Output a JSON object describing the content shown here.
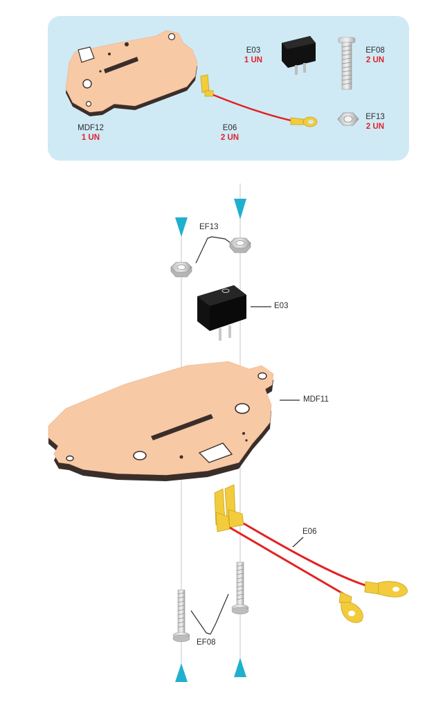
{
  "parts_list": {
    "items": [
      {
        "code": "MDF12",
        "qty": "1 UN"
      },
      {
        "code": "E03",
        "qty": "1 UN"
      },
      {
        "code": "EF08",
        "qty": "2 UN"
      },
      {
        "code": "E06",
        "qty": "2 UN"
      },
      {
        "code": "EF13",
        "qty": "2 UN"
      }
    ]
  },
  "assembly": {
    "callouts": {
      "nut": "EF13",
      "switch": "E03",
      "plate": "MDF11",
      "wire": "E06",
      "screw": "EF08"
    }
  },
  "colors": {
    "panel_bg": "#cfeaf5",
    "wood": "#f7c9a4",
    "wood_edge": "#3a2e2a",
    "arrow": "#20b0cf",
    "quantity": "#e0222b",
    "wire": "#e32222",
    "terminal": "#f2cc3c"
  }
}
